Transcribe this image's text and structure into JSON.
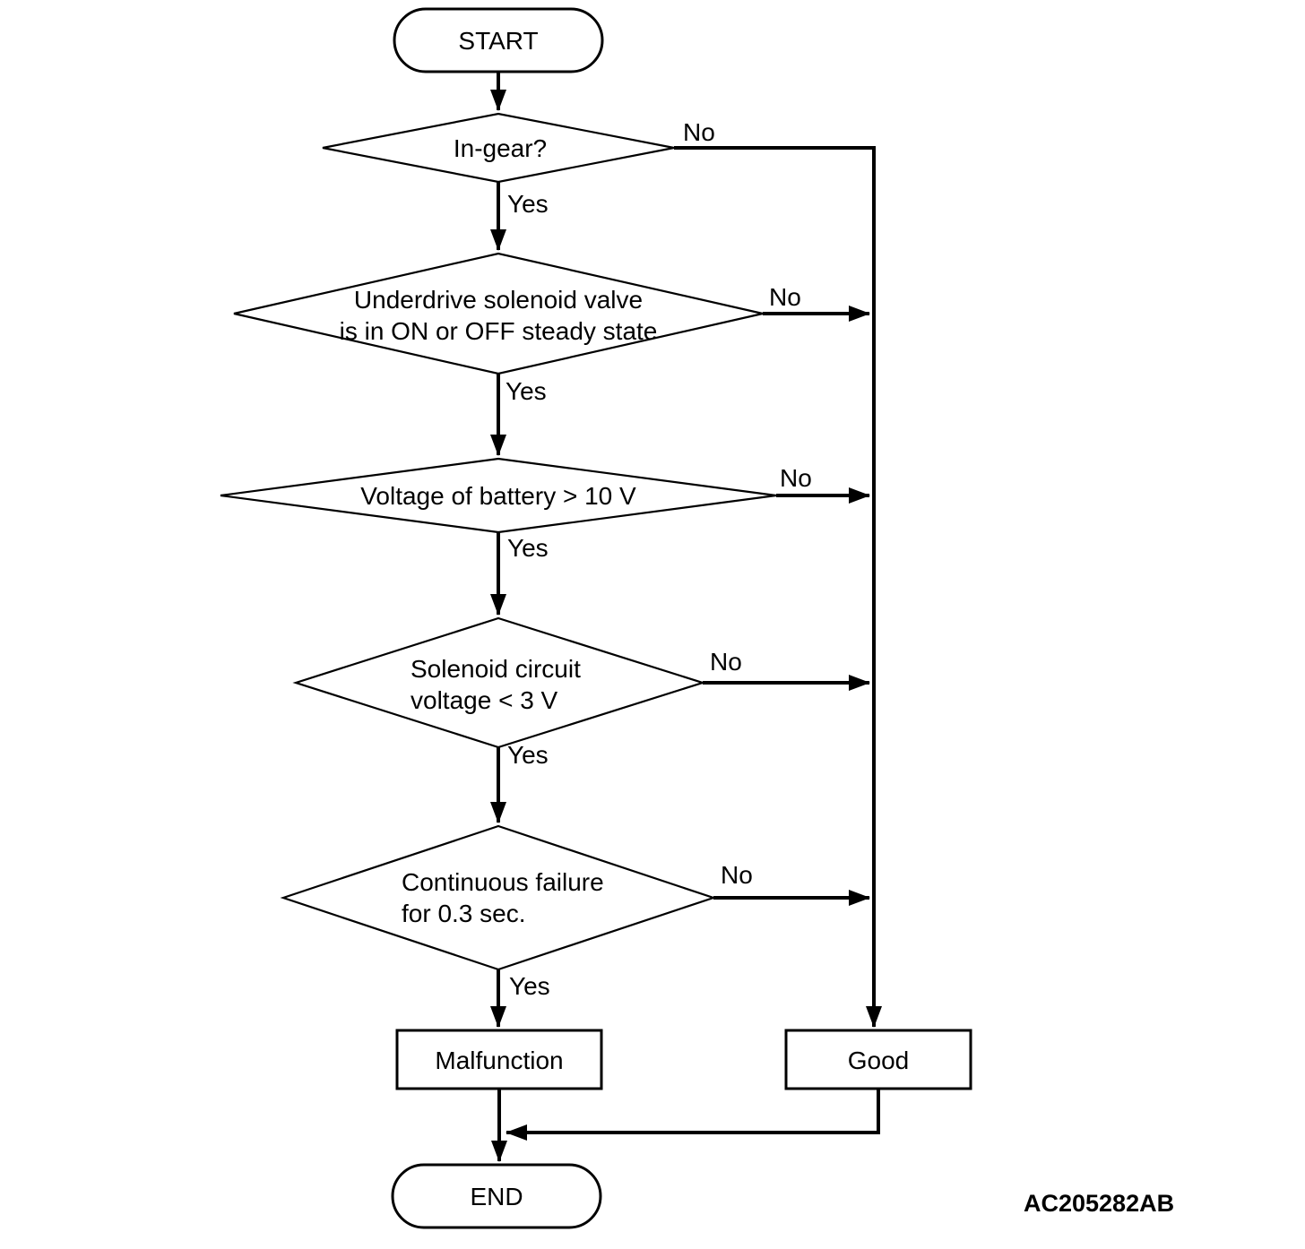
{
  "figure_code": "AC205282AB",
  "colors": {
    "line": "#000000",
    "background": "#ffffff",
    "text": "#000000"
  },
  "nodes": {
    "start_label": "START",
    "end_label": "END",
    "malfunction_label": "Malfunction",
    "good_label": "Good"
  },
  "decisions": [
    {
      "text_lines": [
        "In-gear?"
      ],
      "yes_label": "Yes",
      "no_label": "No"
    },
    {
      "text_lines": [
        "Underdrive solenoid valve",
        "is in ON or OFF steady state"
      ],
      "yes_label": "Yes",
      "no_label": "No"
    },
    {
      "text_lines": [
        "Voltage of battery > 10 V"
      ],
      "yes_label": "Yes",
      "no_label": "No"
    },
    {
      "text_lines": [
        "Solenoid circuit",
        "voltage < 3 V"
      ],
      "yes_label": "Yes",
      "no_label": "No"
    },
    {
      "text_lines": [
        "Continuous failure",
        "for 0.3 sec."
      ],
      "yes_label": "Yes",
      "no_label": "No"
    }
  ]
}
